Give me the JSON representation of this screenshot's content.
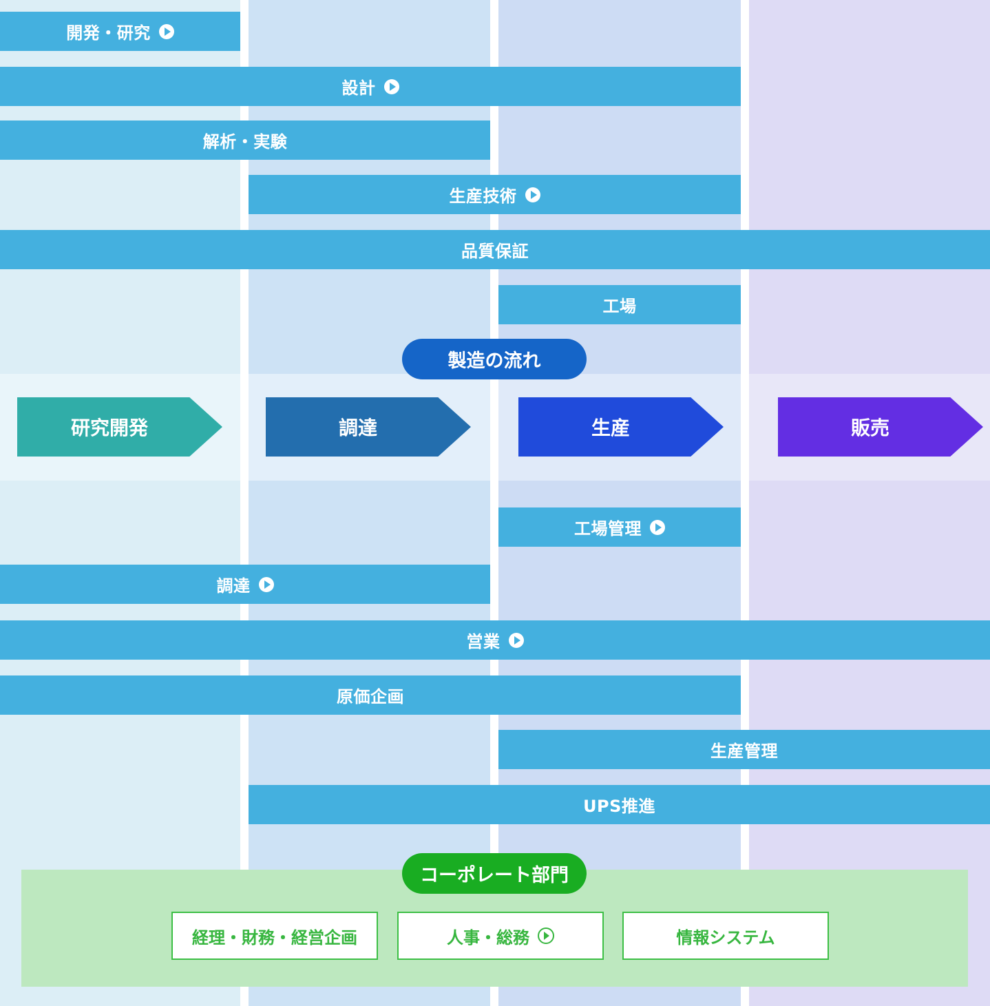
{
  "departments": {
    "dev_research": {
      "label": "開発・研究",
      "has_link": true
    },
    "design": {
      "label": "設計",
      "has_link": true
    },
    "analysis": {
      "label": "解析・実験",
      "has_link": false
    },
    "production_engineering": {
      "label": "生産技術",
      "has_link": true
    },
    "quality_assurance": {
      "label": "品質保証",
      "has_link": false
    },
    "factory": {
      "label": "工場",
      "has_link": false
    },
    "factory_management": {
      "label": "工場管理",
      "has_link": true
    },
    "procurement": {
      "label": "調達",
      "has_link": true
    },
    "sales": {
      "label": "営業",
      "has_link": true
    },
    "cost_planning": {
      "label": "原価企画",
      "has_link": false
    },
    "production_management": {
      "label": "生産管理",
      "has_link": false
    },
    "ups": {
      "label": "UPS推進",
      "has_link": false
    }
  },
  "flow": {
    "title": "製造の流れ",
    "steps": [
      {
        "label": "研究開発",
        "color": "#30ada8"
      },
      {
        "label": "調達",
        "color": "#236eae"
      },
      {
        "label": "生産",
        "color": "#204bdb"
      },
      {
        "label": "販売",
        "color": "#632ee3"
      }
    ]
  },
  "corporate": {
    "title": "コーポレート部門",
    "items": [
      {
        "label": "経理・財務・経営企画",
        "has_link": false
      },
      {
        "label": "人事・総務",
        "has_link": true
      },
      {
        "label": "情報システム",
        "has_link": false
      }
    ]
  },
  "colors": {
    "bar": "#44b0df",
    "flow_pill": "#1565c8",
    "corporate_pill": "#19ad22",
    "corporate_bg": "#bde8bf"
  }
}
